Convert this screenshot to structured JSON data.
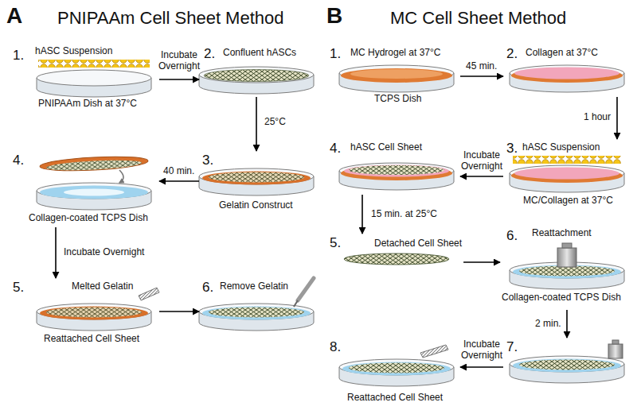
{
  "diagram": {
    "nodes": [
      {
        "text": [
          "A",
          "PNIPAAm Cell Sheet Method"
        ]
      },
      {
        "text": [
          "1.",
          "hASC Suspension",
          "PNIPAAm Dish at 37°C"
        ],
        "in": 0
      },
      {
        "text": [
          "2.",
          "Confluent hASCs"
        ],
        "in": 0
      },
      {
        "text": [
          "3.",
          "Gelatin Construct"
        ],
        "in": 0
      },
      {
        "text": [
          "4.",
          "Collagen-coated TCPS Dish"
        ],
        "in": 0
      },
      {
        "text": [
          "5.",
          "Melted Gelatin",
          "Reattached Cell Sheet"
        ],
        "in": 0
      },
      {
        "text": [
          "6.",
          "Remove Gelatin"
        ],
        "in": 0
      },
      {
        "text": [
          "B",
          "MC Cell Sheet Method"
        ]
      },
      {
        "text": [
          "1.",
          "MC Hydrogel at 37°C",
          "TCPS Dish"
        ],
        "in": 7
      },
      {
        "text": [
          "2.",
          "Collagen at 37°C"
        ],
        "in": 7
      },
      {
        "text": [
          "3.",
          "hASC Suspension",
          "MC/Collagen at 37°C"
        ],
        "in": 7
      },
      {
        "text": [
          "4.",
          "hASC Cell Sheet"
        ],
        "in": 7
      },
      {
        "text": [
          "5.",
          "Detached Cell Sheet"
        ],
        "in": 7
      },
      {
        "text": [
          "6.",
          "Reattachment",
          "Collagen-coated TCPS Dish"
        ],
        "in": 7
      },
      {
        "text": [
          "7."
        ],
        "in": 7
      },
      {
        "text": [
          "8.",
          "Reattached Cell Sheet"
        ],
        "in": 7
      }
    ],
    "edges": [
      {
        "from": 1,
        "to": 2,
        "arrow": "to",
        "label": "Incubate Overnight"
      },
      {
        "from": 2,
        "to": 3,
        "arrow": "to",
        "label": "25°C"
      },
      {
        "from": 3,
        "to": 4,
        "arrow": "to",
        "label": "40 min."
      },
      {
        "from": 4,
        "to": 5,
        "arrow": "to",
        "label": "Incubate Overnight"
      },
      {
        "from": 5,
        "to": 6,
        "arrow": "to"
      },
      {
        "from": 8,
        "to": 9,
        "arrow": "to",
        "label": "45 min."
      },
      {
        "from": 9,
        "to": 10,
        "arrow": "to",
        "label": "1 hour"
      },
      {
        "from": 10,
        "to": 11,
        "arrow": "to",
        "label": "Incubate Overnight"
      },
      {
        "from": 11,
        "to": 12,
        "arrow": "to",
        "label": "15 min. at 25°C"
      },
      {
        "from": 12,
        "to": 13,
        "arrow": "to"
      },
      {
        "from": 13,
        "to": 14,
        "arrow": "to",
        "label": "2 min."
      },
      {
        "from": 14,
        "to": 15,
        "arrow": "to",
        "label": "Incubate Overnight"
      }
    ]
  }
}
